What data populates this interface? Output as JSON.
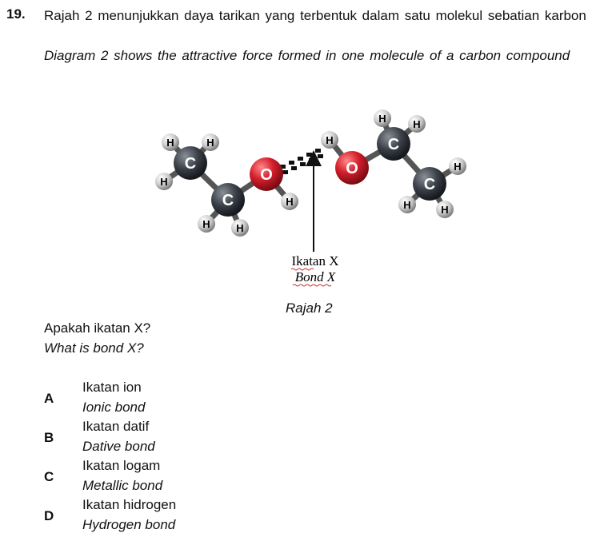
{
  "question": {
    "number": "19.",
    "stem_ms": "Rajah 2 menunjukkan daya tarikan yang terbentuk dalam satu molekul sebatian karbon",
    "stem_en": "Diagram 2 shows the attractive force formed in one molecule of a carbon compound"
  },
  "diagram": {
    "atoms": {
      "hydrogen": "H",
      "carbon": "C",
      "oxygen": "O"
    },
    "label_ms": "Ikatan X",
    "label_en": "Bond X",
    "caption": "Rajah 2",
    "colors": {
      "carbon": "#3a3f47",
      "oxygen": "#d61f2c",
      "hydrogen": "#c9c9c9",
      "bond": "#555555"
    }
  },
  "prompt": {
    "ms": "Apakah ikatan X?",
    "en": "What is bond X?"
  },
  "options": [
    {
      "letter": "A",
      "ms": "Ikatan ion",
      "en": "Ionic bond"
    },
    {
      "letter": "B",
      "ms": "Ikatan datif",
      "en": "Dative bond"
    },
    {
      "letter": "C",
      "ms": "Ikatan logam",
      "en": "Metallic bond"
    },
    {
      "letter": "D",
      "ms": "Ikatan hidrogen",
      "en": "Hydrogen bond"
    }
  ]
}
